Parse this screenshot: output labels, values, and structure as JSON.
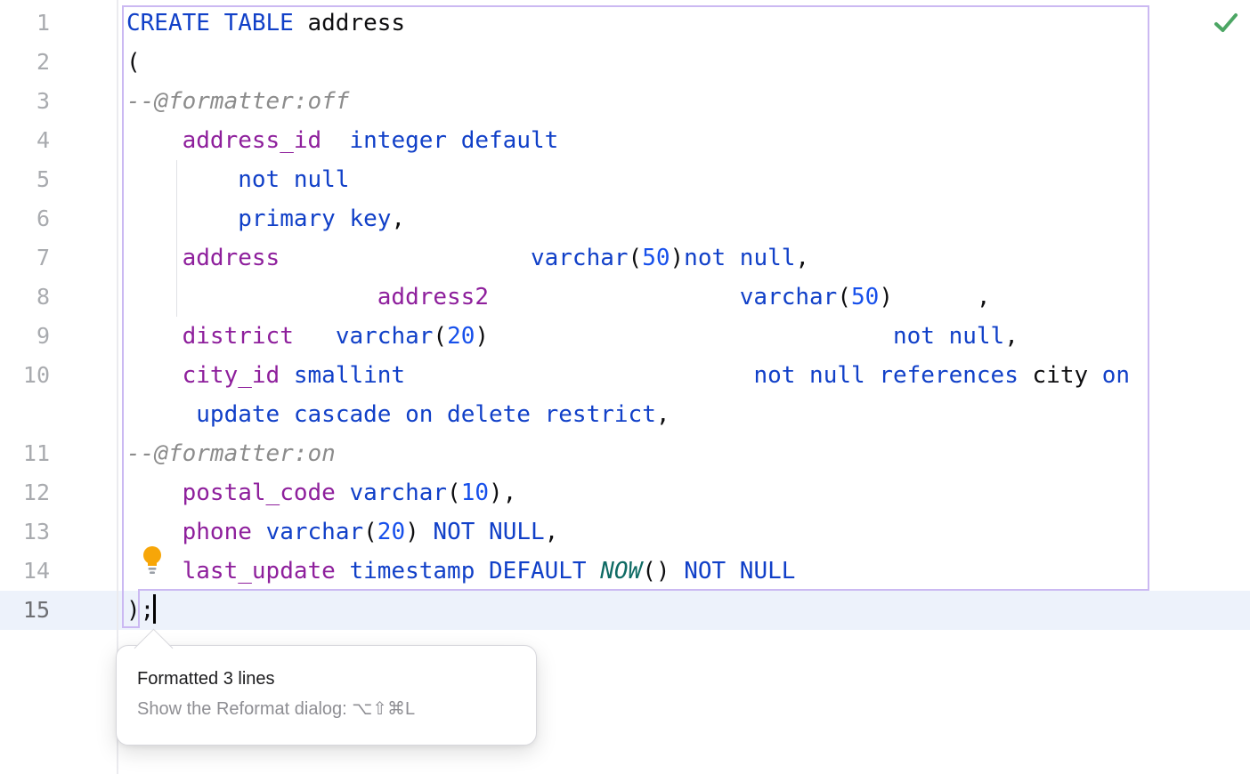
{
  "editor": {
    "language": "SQL",
    "lines": [
      {
        "number": "1",
        "segments": [
          {
            "s": "kw",
            "t": "CREATE TABLE"
          },
          {
            "s": "plain",
            "t": " address"
          }
        ]
      },
      {
        "number": "2",
        "segments": [
          {
            "s": "plain",
            "t": "("
          }
        ]
      },
      {
        "number": "3",
        "segments": [
          {
            "s": "comment",
            "t": "--@formatter:off"
          }
        ]
      },
      {
        "number": "4",
        "segments": [
          {
            "s": "plain",
            "t": "    "
          },
          {
            "s": "col",
            "t": "address_id"
          },
          {
            "s": "plain",
            "t": "  "
          },
          {
            "s": "kw",
            "t": "integer default"
          }
        ]
      },
      {
        "number": "5",
        "segments": [
          {
            "s": "plain",
            "t": "        "
          },
          {
            "s": "kw",
            "t": "not null"
          }
        ]
      },
      {
        "number": "6",
        "segments": [
          {
            "s": "plain",
            "t": "        "
          },
          {
            "s": "kw",
            "t": "primary key"
          },
          {
            "s": "plain",
            "t": ","
          }
        ]
      },
      {
        "number": "7",
        "segments": [
          {
            "s": "plain",
            "t": "    "
          },
          {
            "s": "col",
            "t": "address"
          },
          {
            "s": "plain",
            "t": "                  "
          },
          {
            "s": "kw",
            "t": "varchar"
          },
          {
            "s": "plain",
            "t": "("
          },
          {
            "s": "num",
            "t": "50"
          },
          {
            "s": "plain",
            "t": ")"
          },
          {
            "s": "kw",
            "t": "not null"
          },
          {
            "s": "plain",
            "t": ","
          }
        ]
      },
      {
        "number": "8",
        "segments": [
          {
            "s": "plain",
            "t": "                  "
          },
          {
            "s": "col",
            "t": "address2"
          },
          {
            "s": "plain",
            "t": "                  "
          },
          {
            "s": "kw",
            "t": "varchar"
          },
          {
            "s": "plain",
            "t": "("
          },
          {
            "s": "num",
            "t": "50"
          },
          {
            "s": "plain",
            "t": ")"
          },
          {
            "s": "plain",
            "t": "      ,"
          }
        ]
      },
      {
        "number": "9",
        "segments": [
          {
            "s": "plain",
            "t": "    "
          },
          {
            "s": "col",
            "t": "district"
          },
          {
            "s": "plain",
            "t": "   "
          },
          {
            "s": "kw",
            "t": "varchar"
          },
          {
            "s": "plain",
            "t": "("
          },
          {
            "s": "num",
            "t": "20"
          },
          {
            "s": "plain",
            "t": ")"
          },
          {
            "s": "plain",
            "t": "                             "
          },
          {
            "s": "kw",
            "t": "not null"
          },
          {
            "s": "plain",
            "t": ","
          }
        ]
      },
      {
        "number": "10",
        "segments": [
          {
            "s": "plain",
            "t": "    "
          },
          {
            "s": "col",
            "t": "city_id"
          },
          {
            "s": "plain",
            "t": " "
          },
          {
            "s": "kw",
            "t": "smallint"
          },
          {
            "s": "plain",
            "t": "                         "
          },
          {
            "s": "kw",
            "t": "not null references"
          },
          {
            "s": "plain",
            "t": " city "
          },
          {
            "s": "kw",
            "t": "on"
          }
        ]
      },
      {
        "number": "",
        "wrap": true,
        "segments": [
          {
            "s": "plain",
            "t": "     "
          },
          {
            "s": "kw",
            "t": "update cascade on delete restrict"
          },
          {
            "s": "plain",
            "t": ","
          }
        ]
      },
      {
        "number": "11",
        "segments": [
          {
            "s": "comment",
            "t": "--@formatter:on"
          }
        ]
      },
      {
        "number": "12",
        "segments": [
          {
            "s": "plain",
            "t": "    "
          },
          {
            "s": "col",
            "t": "postal_code"
          },
          {
            "s": "plain",
            "t": " "
          },
          {
            "s": "kw",
            "t": "varchar"
          },
          {
            "s": "plain",
            "t": "("
          },
          {
            "s": "num",
            "t": "10"
          },
          {
            "s": "plain",
            "t": ")"
          },
          {
            "s": "plain",
            "t": ","
          }
        ]
      },
      {
        "number": "13",
        "segments": [
          {
            "s": "plain",
            "t": "    "
          },
          {
            "s": "col",
            "t": "phone"
          },
          {
            "s": "plain",
            "t": " "
          },
          {
            "s": "kw",
            "t": "varchar"
          },
          {
            "s": "plain",
            "t": "("
          },
          {
            "s": "num",
            "t": "20"
          },
          {
            "s": "plain",
            "t": ")"
          },
          {
            "s": "plain",
            "t": " "
          },
          {
            "s": "kw",
            "t": "NOT NULL"
          },
          {
            "s": "plain",
            "t": ","
          }
        ]
      },
      {
        "number": "14",
        "bulb": true,
        "segments": [
          {
            "s": "plain",
            "t": "    "
          },
          {
            "s": "col",
            "t": "last_update"
          },
          {
            "s": "plain",
            "t": " "
          },
          {
            "s": "kw",
            "t": "timestamp"
          },
          {
            "s": "plain",
            "t": " "
          },
          {
            "s": "kw",
            "t": "DEFAULT"
          },
          {
            "s": "plain",
            "t": " "
          },
          {
            "s": "func",
            "t": "NOW"
          },
          {
            "s": "plain",
            "t": "() "
          },
          {
            "s": "kw",
            "t": "NOT NULL"
          }
        ]
      },
      {
        "number": "15",
        "current": true,
        "segments": [
          {
            "s": "plain",
            "t": ");"
          }
        ]
      }
    ]
  },
  "tooltip": {
    "title": "Formatted 3 lines",
    "subtitle": "Show the Reformat dialog: ⌥⇧⌘L"
  },
  "icons": {
    "gutter_bulb": "intention-bulb",
    "status": "inspection-ok-checkmark"
  },
  "colors": {
    "keyword": "#1140c8",
    "number": "#1750eb",
    "column": "#8e1f9c",
    "plain": "#0e0e10",
    "comment": "#8c8c8c",
    "function": "#0f6b64",
    "region_border": "#cbb9f2",
    "current_line": "#edf2fb",
    "line_number": "#a9abaf",
    "line_number_current": "#6e6f73",
    "checkmark": "#4ca664",
    "bulb": "#f7a608",
    "bulb_base": "#9ba0a8",
    "tooltip_border": "#d7d7dc",
    "tooltip_title": "#1c1c1e",
    "tooltip_subtitle": "#8e8e93"
  }
}
